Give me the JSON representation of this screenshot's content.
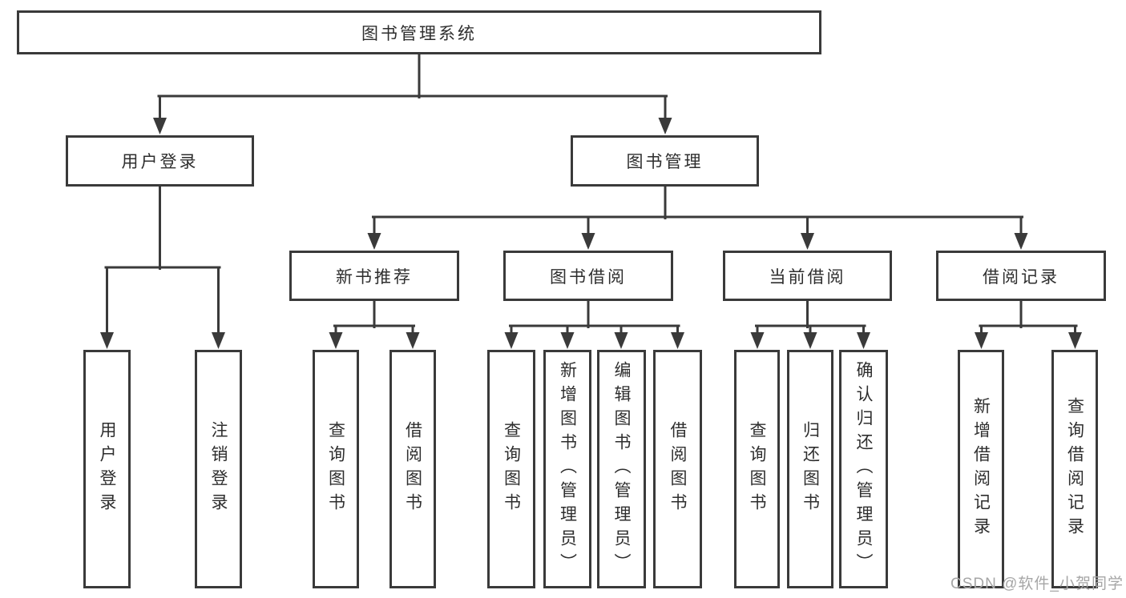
{
  "diagram": {
    "root": {
      "label": "图书管理系统"
    },
    "children": [
      {
        "label": "用户登录",
        "children": [
          {
            "label": "用户登录"
          },
          {
            "label": "注销登录"
          }
        ]
      },
      {
        "label": "图书管理",
        "children": [
          {
            "label": "新书推荐",
            "children": [
              {
                "label": "查询图书"
              },
              {
                "label": "借阅图书"
              }
            ]
          },
          {
            "label": "图书借阅",
            "children": [
              {
                "label": "查询图书"
              },
              {
                "label": "新增图书（管理员）"
              },
              {
                "label": "编辑图书（管理员）"
              },
              {
                "label": "借阅图书"
              }
            ]
          },
          {
            "label": "当前借阅",
            "children": [
              {
                "label": "查询图书"
              },
              {
                "label": "归还图书"
              },
              {
                "label": "确认归还（管理员）"
              }
            ]
          },
          {
            "label": "借阅记录",
            "children": [
              {
                "label": "新增借阅记录"
              },
              {
                "label": "查询借阅记录"
              }
            ]
          }
        ]
      }
    ]
  },
  "watermark": {
    "text": "CSDN @软件_小贺同学"
  },
  "colors": {
    "line": "#3a3a3a",
    "text": "#2e2e2e",
    "box_background": "#ffffff",
    "watermark": "#a6a6a6",
    "page_background": "#ffffff"
  }
}
